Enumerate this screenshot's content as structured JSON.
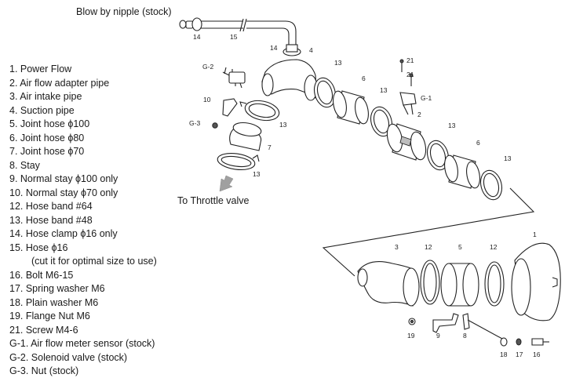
{
  "captions": {
    "blow_by": "Blow by nipple (stock)",
    "to_throttle": "To Throttle valve"
  },
  "legend": [
    "1. Power Flow",
    "2. Air flow adapter pipe",
    "3. Air intake pipe",
    "4. Suction pipe",
    "5. Joint hose ϕ100",
    "6. Joint hose ϕ80",
    "7. Joint hose ϕ70",
    "8. Stay",
    "9. Normal stay ϕ100 only",
    "10. Normal stay ϕ70 only",
    "12. Hose band #64",
    "13. Hose band #48",
    "14. Hose clamp ϕ16 only",
    "15. Hose ϕ16",
    "(cut it for optimal size to use)",
    "16. Bolt M6-15",
    "17. Spring washer M6",
    "18. Plain washer M6",
    "19. Flange Nut M6",
    "21. Screw M4-6",
    "G-1. Air flow meter sensor (stock)",
    "G-2. Solenoid valve (stock)",
    "G-3. Nut (stock)"
  ],
  "callouts": {
    "c14a": "14",
    "c15": "15",
    "c14b": "14",
    "c4": "4",
    "cG2": "G-2",
    "c10": "10",
    "cG3": "G-3",
    "c13a": "13",
    "c7": "7",
    "c13b": "13",
    "c13c": "13",
    "c6a": "6",
    "c13d": "13",
    "c21a": "21",
    "c21b": "21",
    "cG1": "G-1",
    "c2": "2",
    "c13e": "13",
    "c6b": "6",
    "c13f": "13",
    "c1": "1",
    "c3": "3",
    "c12a": "12",
    "c5": "5",
    "c12b": "12",
    "c19": "19",
    "c9": "9",
    "c8": "8",
    "c18": "18",
    "c17": "17",
    "c16": "16"
  }
}
